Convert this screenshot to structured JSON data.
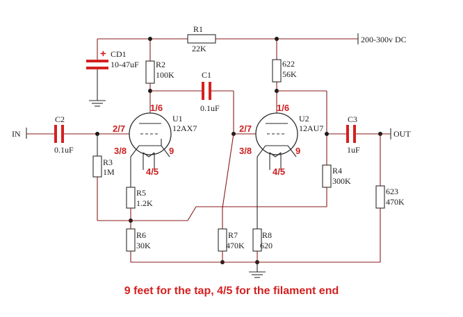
{
  "supply": "200-300v DC",
  "input": "IN",
  "output": "OUT",
  "caption": "9 feet for the tap, 4/5 for the filament end",
  "tubes": [
    {
      "ref": "U1",
      "type": "12AX7",
      "pin_plate": "1/6",
      "pin_grid": "2/7",
      "pin_cathode": "3/8",
      "pin_tap": "9",
      "pin_filament": "4/5"
    },
    {
      "ref": "U2",
      "type": "12AU7",
      "pin_plate": "1/6",
      "pin_grid": "2/7",
      "pin_cathode": "3/8",
      "pin_tap": "9",
      "pin_filament": "4/5"
    }
  ],
  "resistors": [
    {
      "ref": "R1",
      "value": "22K"
    },
    {
      "ref": "R2",
      "value": "100K"
    },
    {
      "ref": "R3",
      "value": "1M"
    },
    {
      "ref": "R4",
      "value": "300K"
    },
    {
      "ref": "R5",
      "value": "1.2K"
    },
    {
      "ref": "R6",
      "value": "30K"
    },
    {
      "ref": "R7",
      "value": "470K"
    },
    {
      "ref": "R8",
      "value": "620"
    },
    {
      "ref": "622",
      "value": "56K"
    },
    {
      "ref": "623",
      "value": "470K"
    }
  ],
  "capacitors": [
    {
      "ref": "CD1",
      "value": "10-47uF",
      "polarity": "+"
    },
    {
      "ref": "C1",
      "value": "0.1uF"
    },
    {
      "ref": "C2",
      "value": "0.1uF"
    },
    {
      "ref": "C3",
      "value": "1uF"
    }
  ],
  "colors": {
    "wire": "#8a1a1a",
    "capacitor": "#d42020",
    "pin_label": "#cc1f1f",
    "caption": "#d42020"
  }
}
